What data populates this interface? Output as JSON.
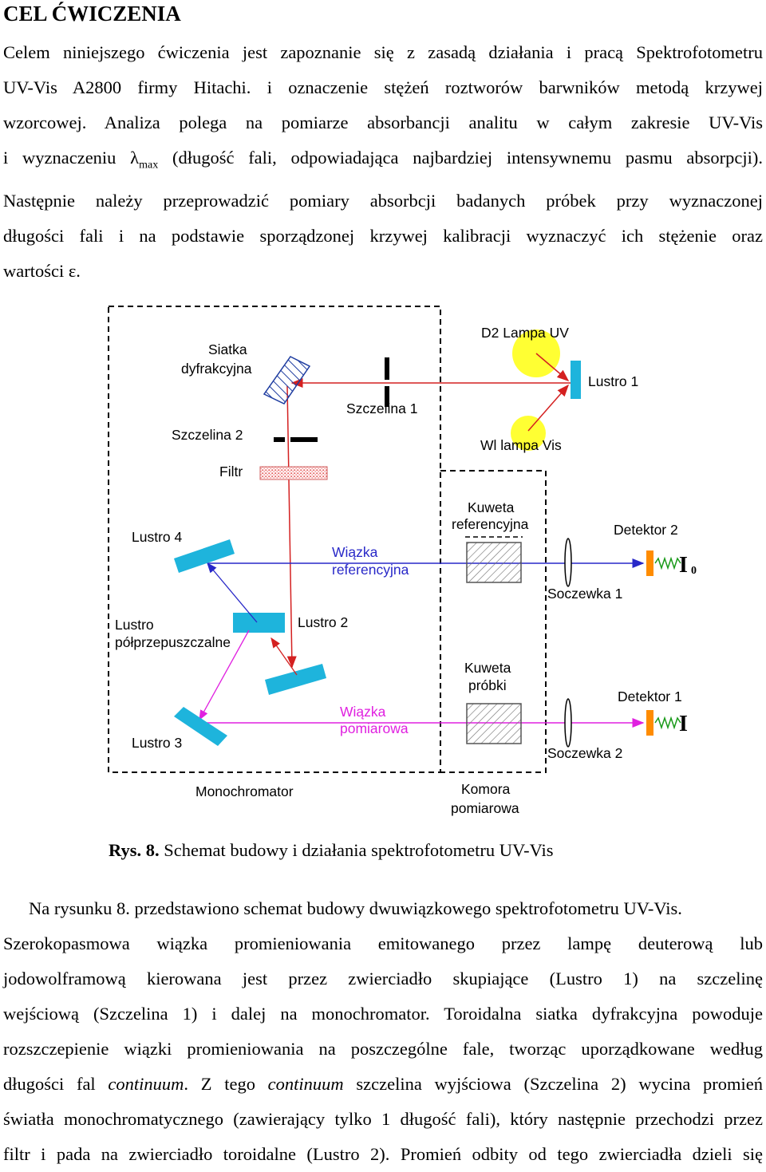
{
  "heading": "CEL ĆWICZENIA",
  "paragraph1": {
    "lines": [
      "Celem niniejszego ćwiczenia jest zapoznanie się z zasadą działania i pracą Spektrofotometru",
      "UV-Vis A2800 firmy Hitachi. i oznaczenie stężeń roztworów barwników metodą krzywej",
      "wzorcowej. Analiza polega na pomiarze absorbancji analitu w całym zakresie UV-Vis",
      "Następnie należy przeprowadzić pomiary absorbcji badanych próbek przy wyznaczonej",
      "długości fali i na podstawie sporządzonej krzywej kalibracji wyznaczyć ich stężenie oraz",
      "wartości ε."
    ],
    "line4_before": "i wyznaczeniu λ",
    "line4_sub": "max",
    "line4_after": " (długość fali, odpowiadająca najbardziej intensywnemu pasmu absorpcji)."
  },
  "diagram": {
    "labels": {
      "siatka_1": "Siatka",
      "siatka_2": "dyfrakcyjna",
      "d2_lampa": "D2 Lampa UV",
      "lustro1": "Lustro 1",
      "szczelina1": "Szczelina 1",
      "szczelina2": "Szczelina 2",
      "wl_lampa": "Wl lampa Vis",
      "filtr": "Filtr",
      "kuweta_ref_1": "Kuweta",
      "kuweta_ref_2": "referencyjna",
      "detektor2": "Detektor 2",
      "lustro4": "Lustro 4",
      "wiazka_ref_1": "Wiązka",
      "wiazka_ref_2": "referencyjna",
      "soczewka1": "Soczewka 1",
      "lustro_pol_1": "Lustro",
      "lustro_pol_2": "półprzepuszczalne",
      "lustro2": "Lustro 2",
      "kuweta_pr_1": "Kuweta",
      "kuweta_pr_2": "próbki",
      "detektor1": "Detektor 1",
      "wiazka_pom_1": "Wiązka",
      "wiazka_pom_2": "pomiarowa",
      "lustro3": "Lustro 3",
      "soczewka2": "Soczewka 2",
      "monochromator": "Monochromator",
      "komora_1": "Komora",
      "komora_2": "pomiarowa",
      "i0_main": "I",
      "i0_sub": "0",
      "i_main": "I"
    },
    "colors": {
      "red_beam": "#d42020",
      "blue_beam": "#2828c8",
      "magenta_beam": "#e020e0",
      "mirror": "#1eb4dc",
      "lamp": "#ffff33",
      "detector": "#ff8c00"
    }
  },
  "caption": {
    "bold": "Rys. 8.",
    "text": " Schemat budowy i działania spektrofotometru UV-Vis"
  },
  "paragraph2": {
    "lines": [
      "Na rysunku 8. przedstawiono schemat budowy dwuwiązkowego spektrofotometru UV-Vis.",
      "Szerokopasmowa wiązka promieniowania emitowanego przez lampę deuterową lub",
      "jodowolframową kierowana jest przez zwierciadło skupiające (Lustro 1) na szczelinę",
      "wejściową (Szczelina 1) i dalej na monochromator. Toroidalna siatka dyfrakcyjna powoduje",
      "rozszczepienie wiązki promieniowania na poszczególne fale, tworząc uporządkowane według",
      "filtr i pada na zwierciadło toroidalne (Lustro 2). Promień odbity od tego zwierciadła dzieli się"
    ],
    "line6_a": "długości fal ",
    "line6_b": "continuum",
    "line6_c": ". Z tego ",
    "line6_d": "continuum",
    "line6_e": " szczelina wyjściowa (Szczelina 2) wycina promień",
    "line7": "światła monochromatycznego (zawierający tylko 1 długość fali), który następnie przechodzi przez"
  }
}
